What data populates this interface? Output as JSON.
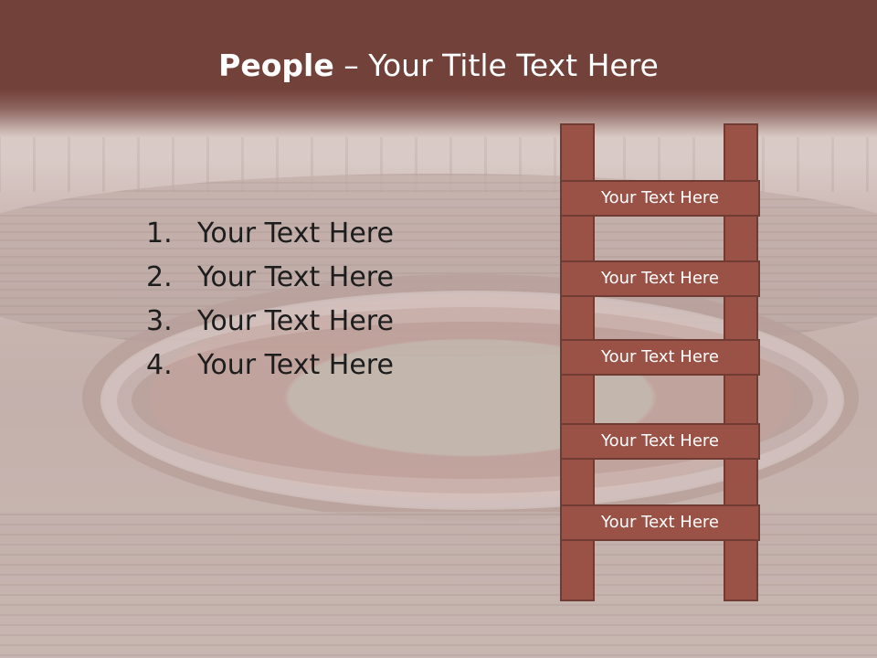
{
  "title": {
    "bold": "People",
    "rest": " – Your Title Text Here"
  },
  "list": [
    {
      "number": "1.",
      "text": "Your Text Here"
    },
    {
      "number": "2.",
      "text": "Your Text Here"
    },
    {
      "number": "3.",
      "text": "Your Text Here"
    },
    {
      "number": "4.",
      "text": "Your Text Here"
    }
  ],
  "ladder": {
    "rungs": [
      "Your Text Here",
      "Your Text Here",
      "Your Text Here",
      "Your Text Here",
      "Your Text Here"
    ]
  },
  "colors": {
    "header": "#72413a",
    "ladder": "#9a5247",
    "ladder_border": "#6f3b33"
  }
}
